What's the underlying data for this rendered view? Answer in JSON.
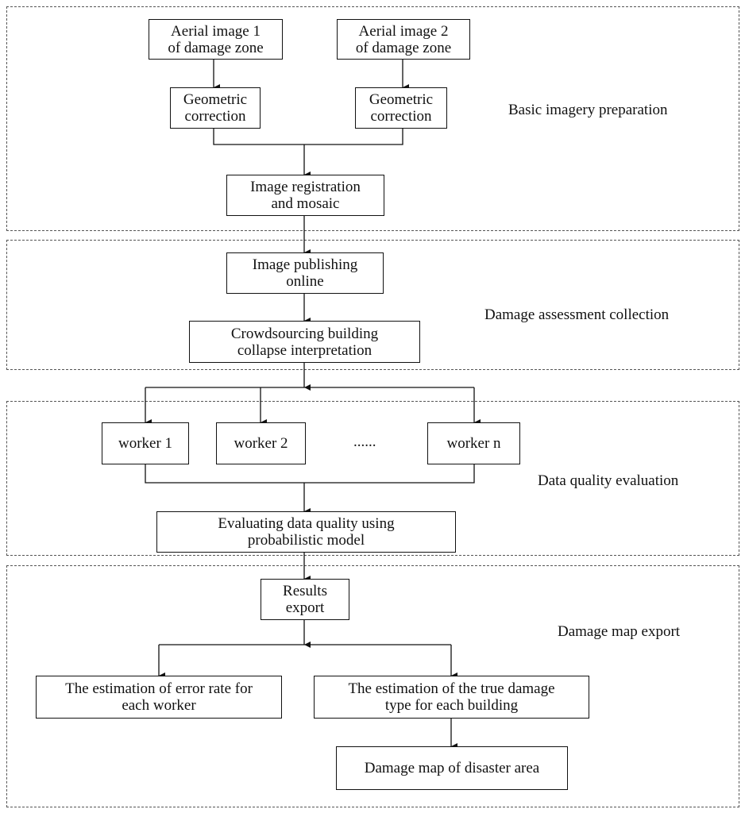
{
  "sections": {
    "basic": "Basic imagery preparation",
    "damage": "Damage assessment collection",
    "quality": "Data quality evaluation",
    "export": "Damage map export"
  },
  "boxes": {
    "aerial1": "Aerial image 1\nof damage zone",
    "aerial2": "Aerial image 2\nof damage zone",
    "geo1": "Geometric\ncorrection",
    "geo2": "Geometric\ncorrection",
    "registration": "Image registration\nand mosaic",
    "publishing": "Image publishing\nonline",
    "crowdsourcing": "Crowdsourcing building\ncollapse interpretation",
    "worker1": "worker 1",
    "worker2": "worker 2",
    "ellipsis": "......",
    "workern": "worker n",
    "evaluating": "Evaluating data quality using\nprobabilistic model",
    "results": "Results\nexport",
    "error_rate": "The estimation of error rate for\neach worker",
    "true_damage": "The estimation of the true damage\ntype for each building",
    "damage_map": "Damage map of disaster area"
  }
}
